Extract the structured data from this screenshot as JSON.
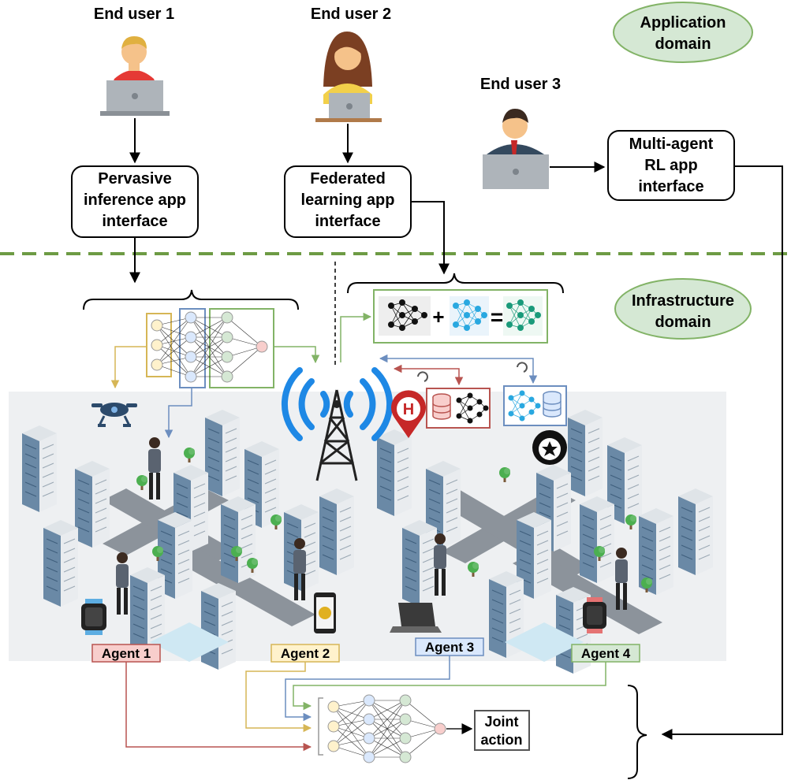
{
  "users": [
    {
      "label": "End user 1"
    },
    {
      "label": "End user 2"
    },
    {
      "label": "End user 3"
    }
  ],
  "interfaces": [
    {
      "lines": [
        "Pervasive",
        "inference app",
        "interface"
      ]
    },
    {
      "lines": [
        "Federated",
        "learning app",
        "interface"
      ]
    },
    {
      "lines": [
        "Multi-agent",
        "RL app",
        "interface"
      ]
    }
  ],
  "domains": {
    "application": [
      "Application",
      "domain"
    ],
    "infrastructure": [
      "Infrastructure",
      "domain"
    ]
  },
  "agents": [
    {
      "label": "Agent 1",
      "fill": "#f8cecc",
      "stroke": "#b85450"
    },
    {
      "label": "Agent 2",
      "fill": "#fff2cc",
      "stroke": "#d6b656"
    },
    {
      "label": "Agent 3",
      "fill": "#dae8fc",
      "stroke": "#6c8ebf"
    },
    {
      "label": "Agent 4",
      "fill": "#d5e8d4",
      "stroke": "#82b366"
    }
  ],
  "joint_action": [
    "Joint",
    "action"
  ],
  "fl_symbols": {
    "plus": "+",
    "equals": "="
  },
  "colors": {
    "domain_green_fill": "#d5e8d4",
    "domain_green_stroke": "#82b366",
    "dashed_divider": "#6d9b44",
    "arrow_red": "#b85450",
    "arrow_yellow": "#d6b656",
    "arrow_blue": "#6c8ebf",
    "arrow_green": "#82b366"
  },
  "icons": [
    "user-avatar-icon",
    "laptop-icon",
    "drone-icon",
    "antenna-tower-icon",
    "hospital-pin-icon",
    "police-badge-icon",
    "database-icon",
    "neural-network-icon",
    "smartwatch-icon",
    "smartphone-icon",
    "refresh-icon"
  ]
}
